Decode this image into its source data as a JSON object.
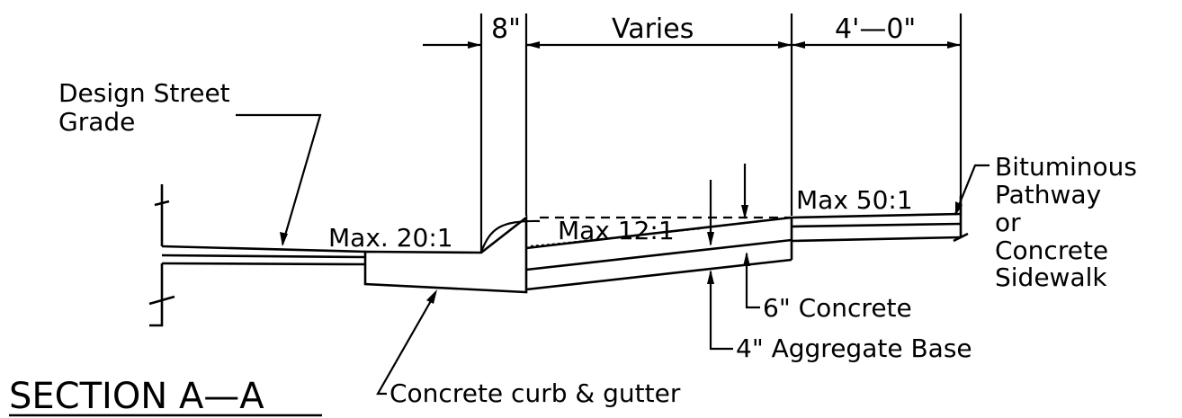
{
  "section_title": "SECTION A—A",
  "dimensions": {
    "curb_width": "8\"",
    "boulevard_width": "Varies",
    "path_width": "4'—0\""
  },
  "labels": {
    "design_street_grade_line1": "Design Street",
    "design_street_grade_line2": "Grade",
    "max_20_1": "Max. 20:1",
    "max_12_1": "Max 12:1",
    "max_50_1": "Max 50:1",
    "path_line1": "Bituminous",
    "path_line2": "Pathway",
    "path_line3": "or",
    "path_line4": "Concrete",
    "path_line5": "Sidewalk",
    "concrete_thickness": "6\" Concrete",
    "aggregate_base": "4\" Aggregate Base",
    "curb_gutter": "Concrete curb & gutter"
  }
}
